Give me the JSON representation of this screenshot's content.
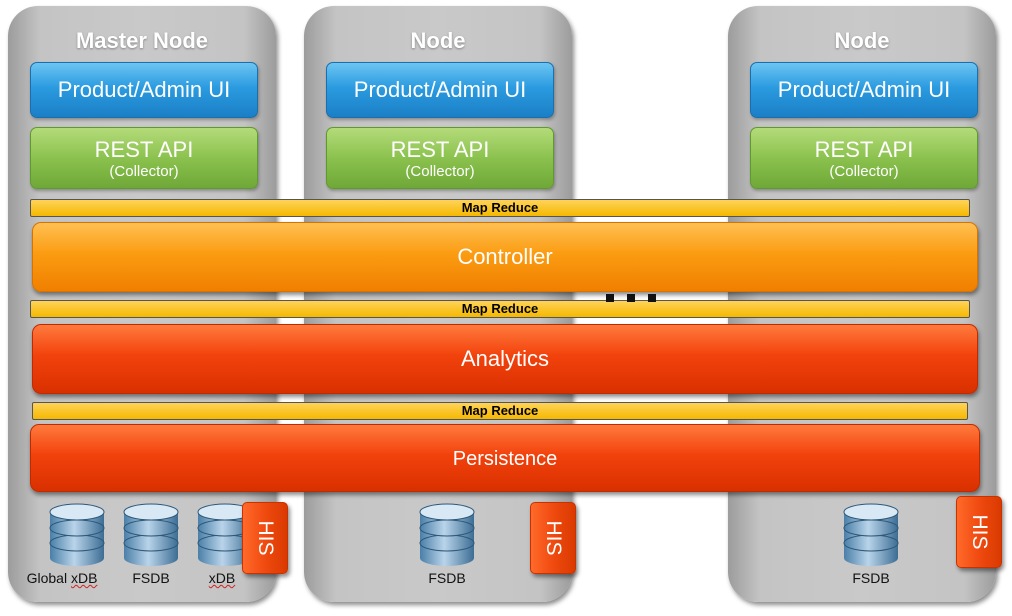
{
  "nodes": [
    {
      "title": "Master Node",
      "ui_label": "Product/Admin UI",
      "rest_label": "REST API",
      "rest_sub": "(Collector)"
    },
    {
      "title": "Node",
      "ui_label": "Product/Admin UI",
      "rest_label": "REST API",
      "rest_sub": "(Collector)"
    },
    {
      "title": "Node",
      "ui_label": "Product/Admin UI",
      "rest_label": "REST API",
      "rest_sub": "(Collector)"
    }
  ],
  "layers": {
    "map_reduce_1": "Map Reduce",
    "controller": "Controller",
    "map_reduce_2": "Map Reduce",
    "analytics": "Analytics",
    "map_reduce_3": "Map Reduce",
    "persistence": "Persistence"
  },
  "storage": {
    "master": {
      "db_labels": [
        {
          "text": "Global ",
          "underlined": "xDB"
        },
        {
          "text": "FSDB",
          "underlined": ""
        },
        {
          "text": "",
          "underlined": "xDB"
        }
      ],
      "his_label": "HIS"
    },
    "node_2": {
      "db_label": "FSDB",
      "his_label": "HIS"
    },
    "node_3": {
      "db_label": "FSDB",
      "his_label": "HIS"
    }
  },
  "ellipsis_icon": "ellipsis-dots",
  "colors": {
    "ui_blue": "#2b9be0",
    "rest_green": "#8bc24e",
    "map_reduce_yellow": "#f5b800",
    "controller_orange": "#fb9c12",
    "analytics_red": "#f2420c",
    "node_gray": "#c4c4c4"
  }
}
